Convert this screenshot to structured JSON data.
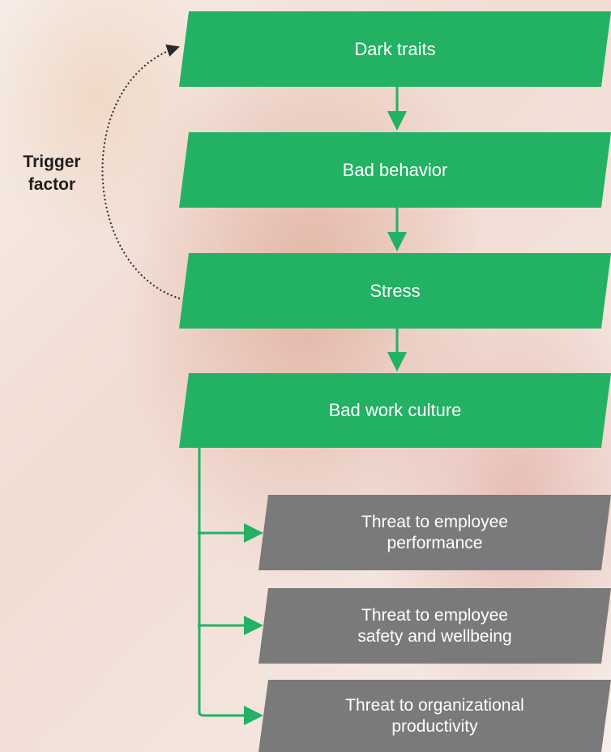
{
  "diagram": {
    "main_steps": [
      {
        "label": "Dark traits"
      },
      {
        "label": "Bad behavior"
      },
      {
        "label": "Stress"
      },
      {
        "label": "Bad work culture"
      }
    ],
    "outcomes": [
      {
        "line1": "Threat to employee",
        "line2": "performance"
      },
      {
        "line1": "Threat to employee",
        "line2": "safety and wellbeing"
      },
      {
        "line1": "Threat to organizational",
        "line2": "productivity"
      }
    ],
    "trigger": {
      "line1": "Trigger",
      "line2": "factor"
    },
    "colors": {
      "step": "#23b163",
      "outcome": "#7a7a7a",
      "connector": "#23b163",
      "trigger_arrow": "#2a2a2a"
    }
  }
}
